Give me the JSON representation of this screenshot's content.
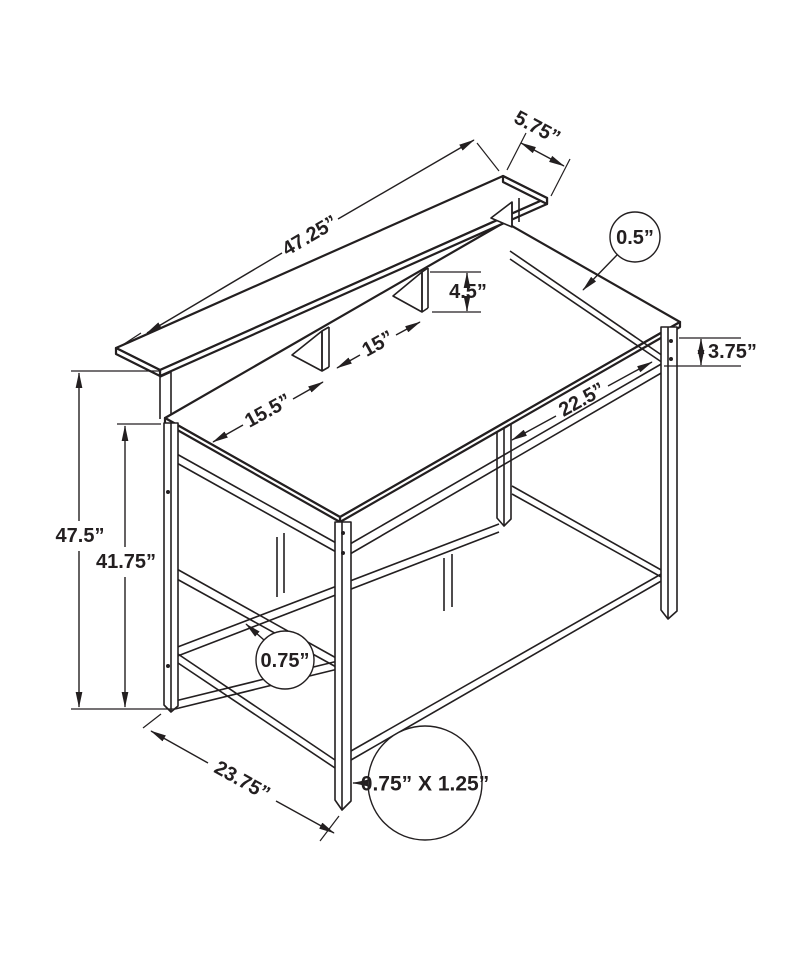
{
  "labels": {
    "shelf_length": "47.25”",
    "shelf_depth": "5.75”",
    "desktop_thickness": "0.5”",
    "cubby_height": "4.5”",
    "left_cubby_width": "15.5”",
    "middle_cubby_width": "15”",
    "apron_offset": "3.75”",
    "overall_height": "47.5”",
    "desktop_height": "41.75”",
    "frame_tube_size": "0.75”",
    "desk_depth": "23.75”",
    "leg_profile": "0.75” X 1.25”"
  },
  "colors": {
    "line": "#231f20",
    "background": "#ffffff"
  }
}
